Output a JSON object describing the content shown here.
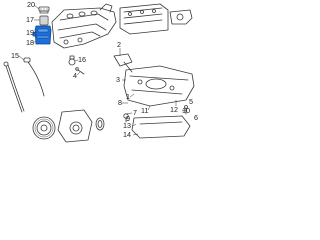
{
  "callouts": [
    {
      "id": "c20",
      "text": "20"
    },
    {
      "id": "c17",
      "text": "17"
    },
    {
      "id": "c19",
      "text": "19"
    },
    {
      "id": "c18",
      "text": "18"
    },
    {
      "id": "c15",
      "text": "15"
    },
    {
      "id": "c16",
      "text": "16"
    },
    {
      "id": "c4",
      "text": "4"
    },
    {
      "id": "c2",
      "text": "2"
    },
    {
      "id": "c3",
      "text": "3"
    },
    {
      "id": "c1",
      "text": "1"
    },
    {
      "id": "c8",
      "text": "8"
    },
    {
      "id": "c7",
      "text": "7"
    },
    {
      "id": "c11",
      "text": "11"
    },
    {
      "id": "c12",
      "text": "12"
    },
    {
      "id": "c10",
      "text": "10"
    },
    {
      "id": "c5",
      "text": "5"
    },
    {
      "id": "c9",
      "text": "9"
    },
    {
      "id": "c6",
      "text": "6"
    },
    {
      "id": "c13",
      "text": "13"
    },
    {
      "id": "c14",
      "text": "14"
    }
  ],
  "colors": {
    "highlight": "#1e6fd9",
    "line": "#3a3a3a",
    "background": "#ffffff"
  }
}
